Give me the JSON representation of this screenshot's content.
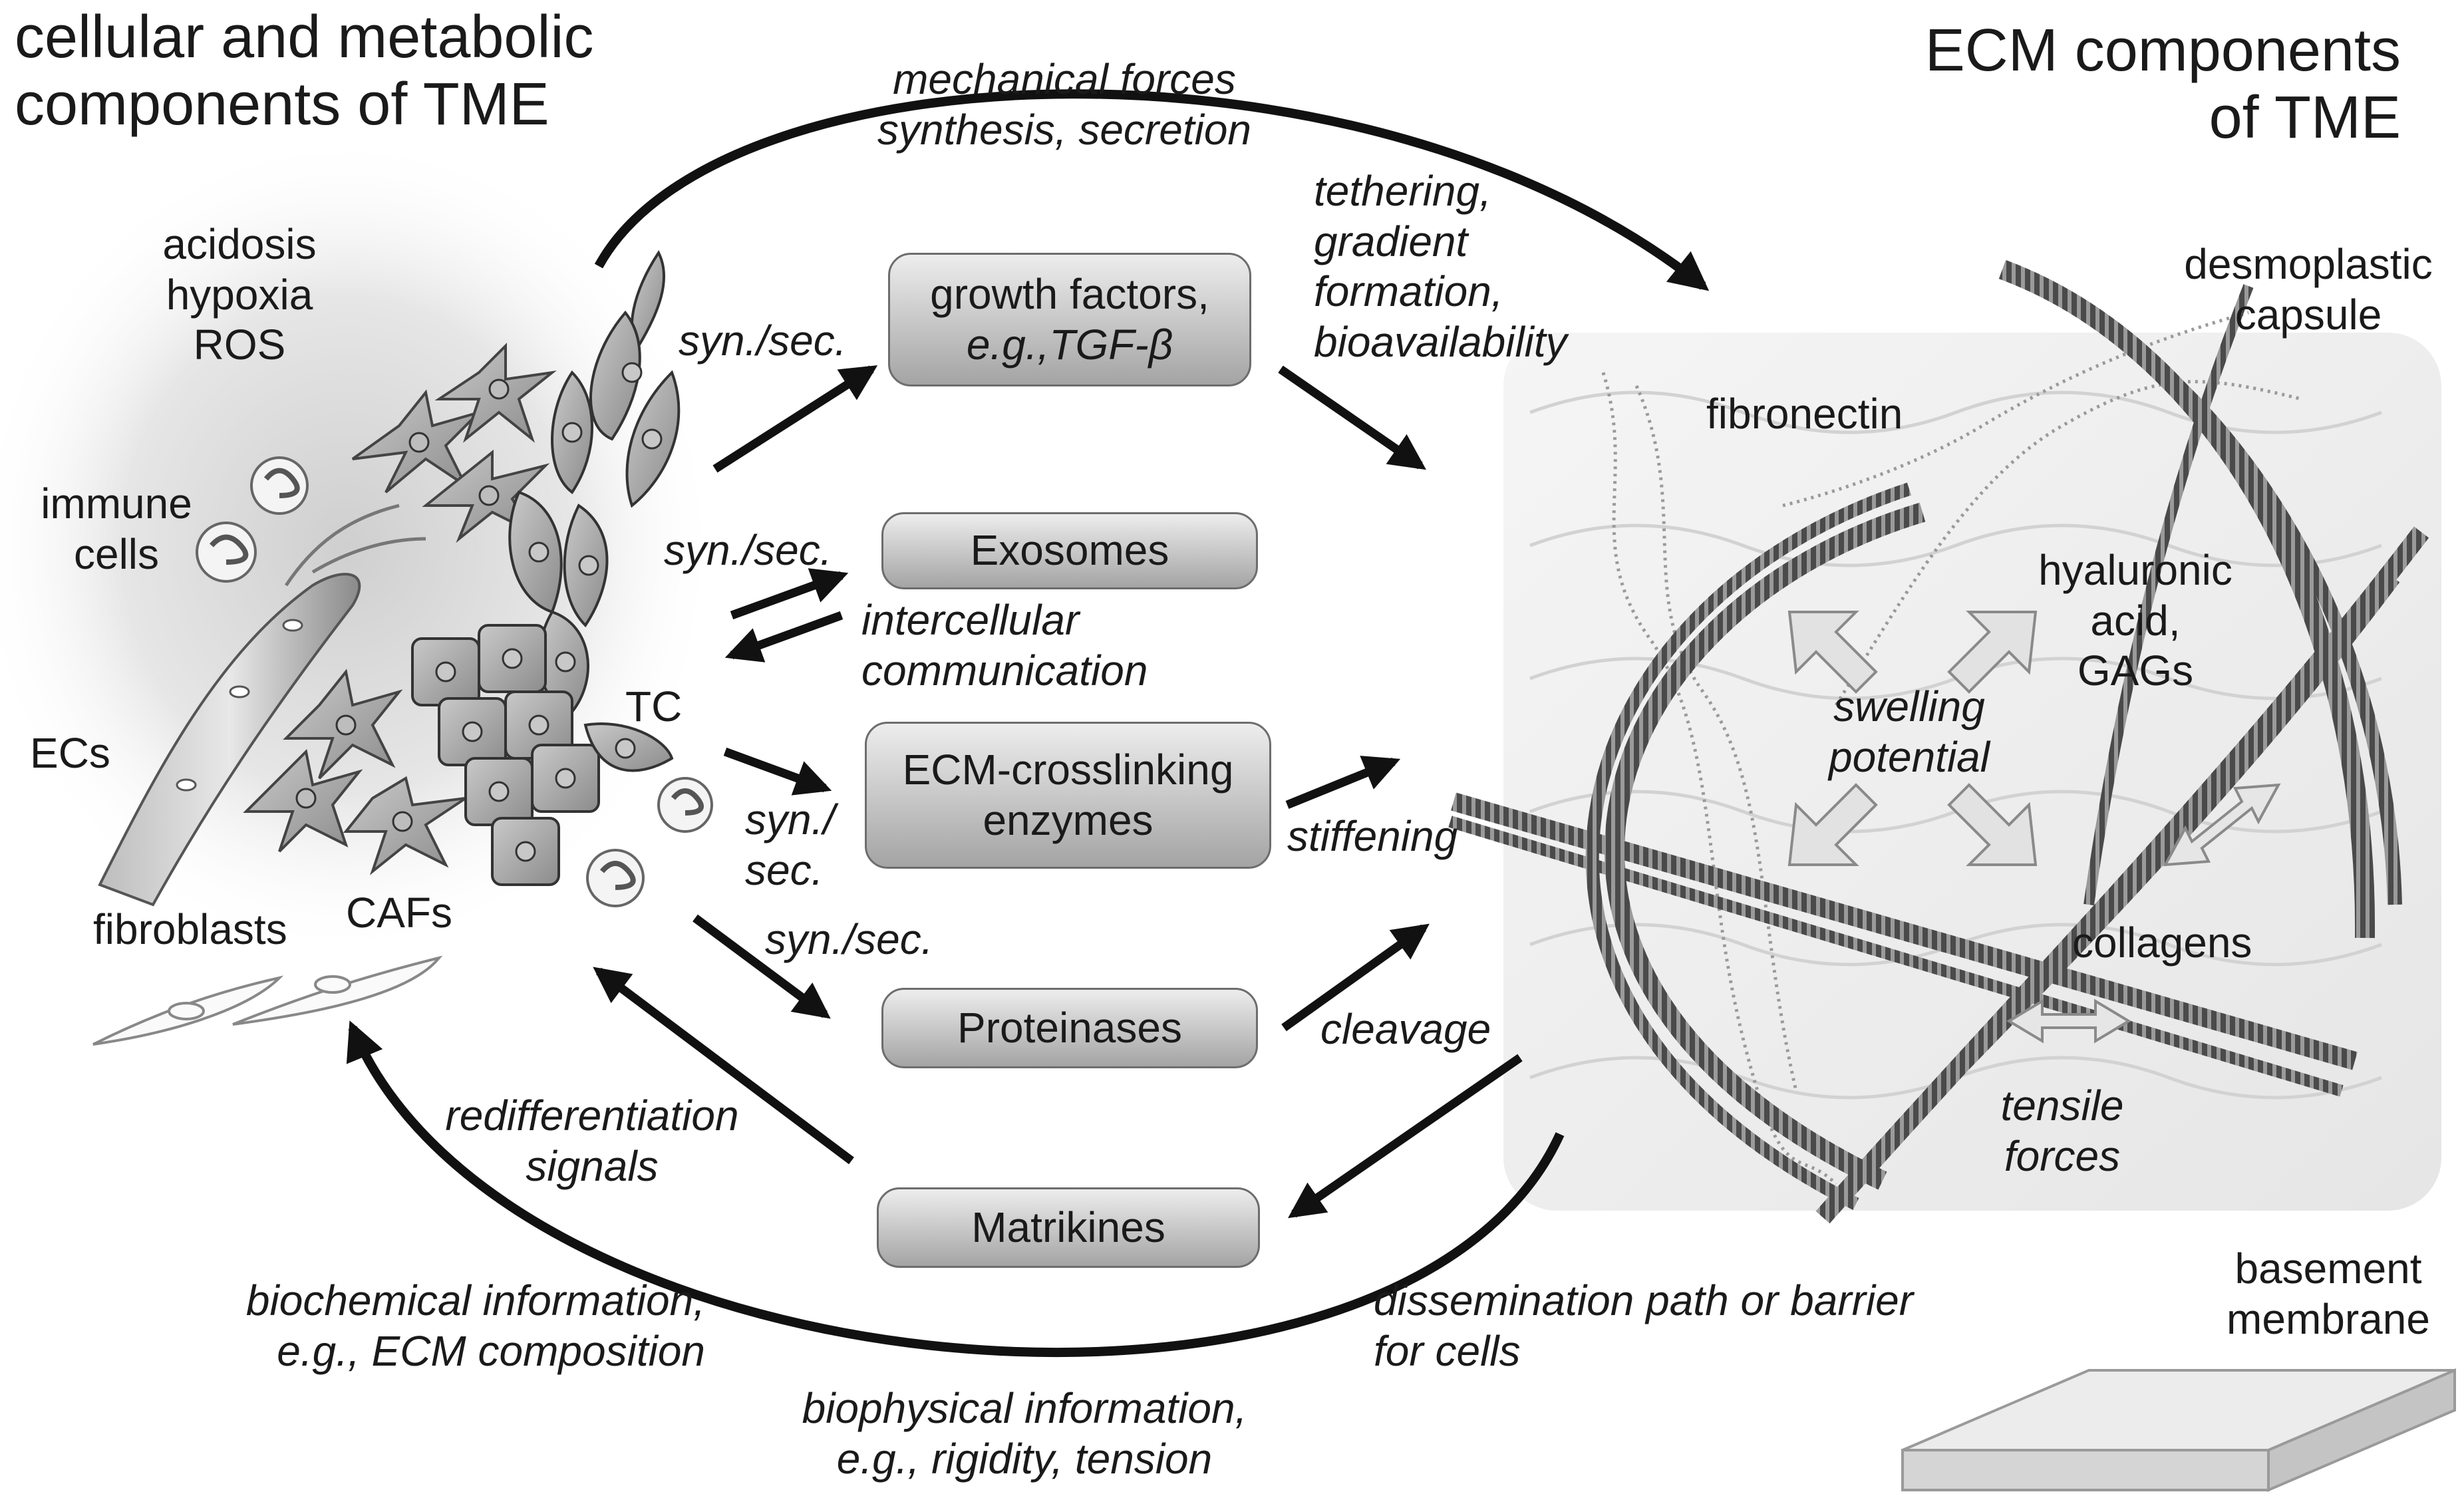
{
  "headings": {
    "left": [
      "cellular and metabolic",
      "components of TME"
    ],
    "right": [
      "ECM components",
      "of TME"
    ]
  },
  "boxes": {
    "growth": [
      "growth factors,",
      "e.g.,TGF-β"
    ],
    "exosomes": "Exosomes",
    "crosslinking": [
      "ECM-crosslinking",
      "enzymes"
    ],
    "proteinases": "Proteinases",
    "matrikines": "Matrikines"
  },
  "cell_labels": {
    "stress": [
      "acidosis",
      "hypoxia",
      "ROS"
    ],
    "immune": [
      "immune",
      "cells"
    ],
    "ecs": "ECs",
    "tc": "TC",
    "fibroblasts": "fibroblasts",
    "cafs": "CAFs"
  },
  "ecm_labels": {
    "fibronectin": "fibronectin",
    "desmoplastic": [
      "desmoplastic",
      "capsule"
    ],
    "hyaluronic": [
      "hyaluronic",
      "acid,",
      "GAGs"
    ],
    "swelling": [
      "swelling",
      "potential"
    ],
    "collagens": "collagens",
    "tensile": [
      "tensile",
      "forces"
    ],
    "basement": [
      "basement",
      "membrane"
    ]
  },
  "arrow_labels": {
    "top_arc": [
      "mechanical forces",
      "synthesis, secretion"
    ],
    "tethering": [
      "tethering,",
      "gradient",
      "formation,",
      "bioavailability"
    ],
    "syn_sec_1": "syn./sec.",
    "syn_sec_2": "syn./sec.",
    "intercellular": [
      "intercellular",
      "communication"
    ],
    "syn_sec_3": [
      "syn./",
      "sec."
    ],
    "stiffening": "stiffening",
    "syn_sec_4": "syn./sec.",
    "cleavage": "cleavage",
    "redifferentiation": [
      "redifferentiation",
      "signals"
    ],
    "biochemical": [
      "biochemical information,",
      "e.g., ECM composition"
    ],
    "dissemination": [
      "dissemination path or barrier",
      "for cells"
    ],
    "biophysical": [
      "biophysical information,",
      "e.g., rigidity, tension"
    ]
  }
}
